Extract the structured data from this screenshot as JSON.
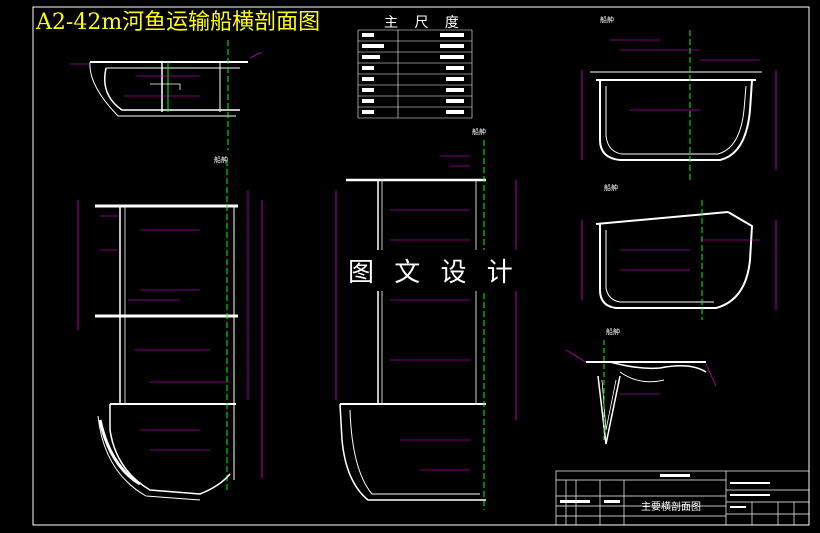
{
  "title": "A2-42m河鱼运输船横剖面图",
  "dim_table": {
    "heading": "主 尺 度"
  },
  "watermark": "图 文 设 计",
  "title_block": {
    "drawing_name": "主要横剖面图"
  },
  "colors": {
    "background": "#000000",
    "title": "#ffff00",
    "frame": "#ffffff",
    "structure": "#ffffff",
    "dimension": "#ff00ff",
    "centerline": "#00ff00"
  }
}
